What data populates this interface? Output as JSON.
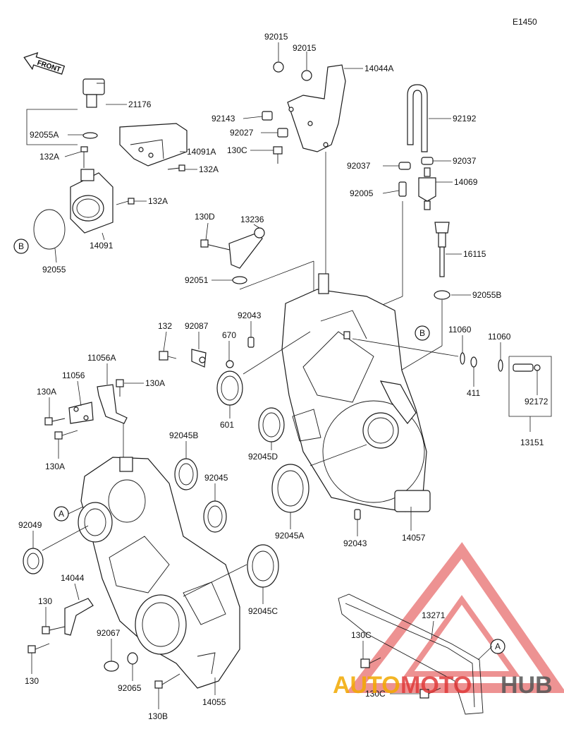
{
  "diagram_code": "E1450",
  "front_arrow": "FRONT",
  "labels": {
    "p92015a": "92015",
    "p92015b": "92015",
    "p14044A": "14044A",
    "p21176": "21176",
    "p92143": "92143",
    "p92192": "92192",
    "p92027": "92027",
    "p92055A": "92055A",
    "p14091A": "14091A",
    "p130C_top": "130C",
    "p92037a": "92037",
    "p92037b": "92037",
    "p132A_1": "132A",
    "p132A_2": "132A",
    "p132A_3": "132A",
    "p14069": "14069",
    "p92005": "92005",
    "p130D": "130D",
    "p13236": "13236",
    "p16115": "16115",
    "p14091": "14091",
    "p92055": "92055",
    "p92051": "92051",
    "p92055B": "92055B",
    "p92043a": "92043",
    "p132": "132",
    "p92087": "92087",
    "p670": "670",
    "p11060a": "11060",
    "p11060b": "11060",
    "p11056A": "11056A",
    "p11056": "11056",
    "p130A_1": "130A",
    "p130A_2": "130A",
    "p130A_3": "130A",
    "p411": "411",
    "p92172": "92172",
    "p601": "601",
    "p92045B": "92045B",
    "p92045D": "92045D",
    "p13151": "13151",
    "p92045": "92045",
    "p92049": "92049",
    "p92045A": "92045A",
    "p92043b": "92043",
    "p14057": "14057",
    "p14044": "14044",
    "p130a": "130",
    "p92045C": "92045C",
    "p13271": "13271",
    "p92067": "92067",
    "p130C_b1": "130C",
    "p130b": "130",
    "p92065": "92065",
    "p130C_b2": "130C",
    "p130B": "130B",
    "p14055": "14055"
  },
  "callouts": {
    "A1": "A",
    "A2": "A",
    "B1": "B",
    "B2": "B"
  },
  "watermark": {
    "part1": "AUTO",
    "part2": "MOTO",
    "part3": "HUB",
    "color1": "#f2a900",
    "color2": "#e03a3a",
    "color3": "#555555"
  }
}
